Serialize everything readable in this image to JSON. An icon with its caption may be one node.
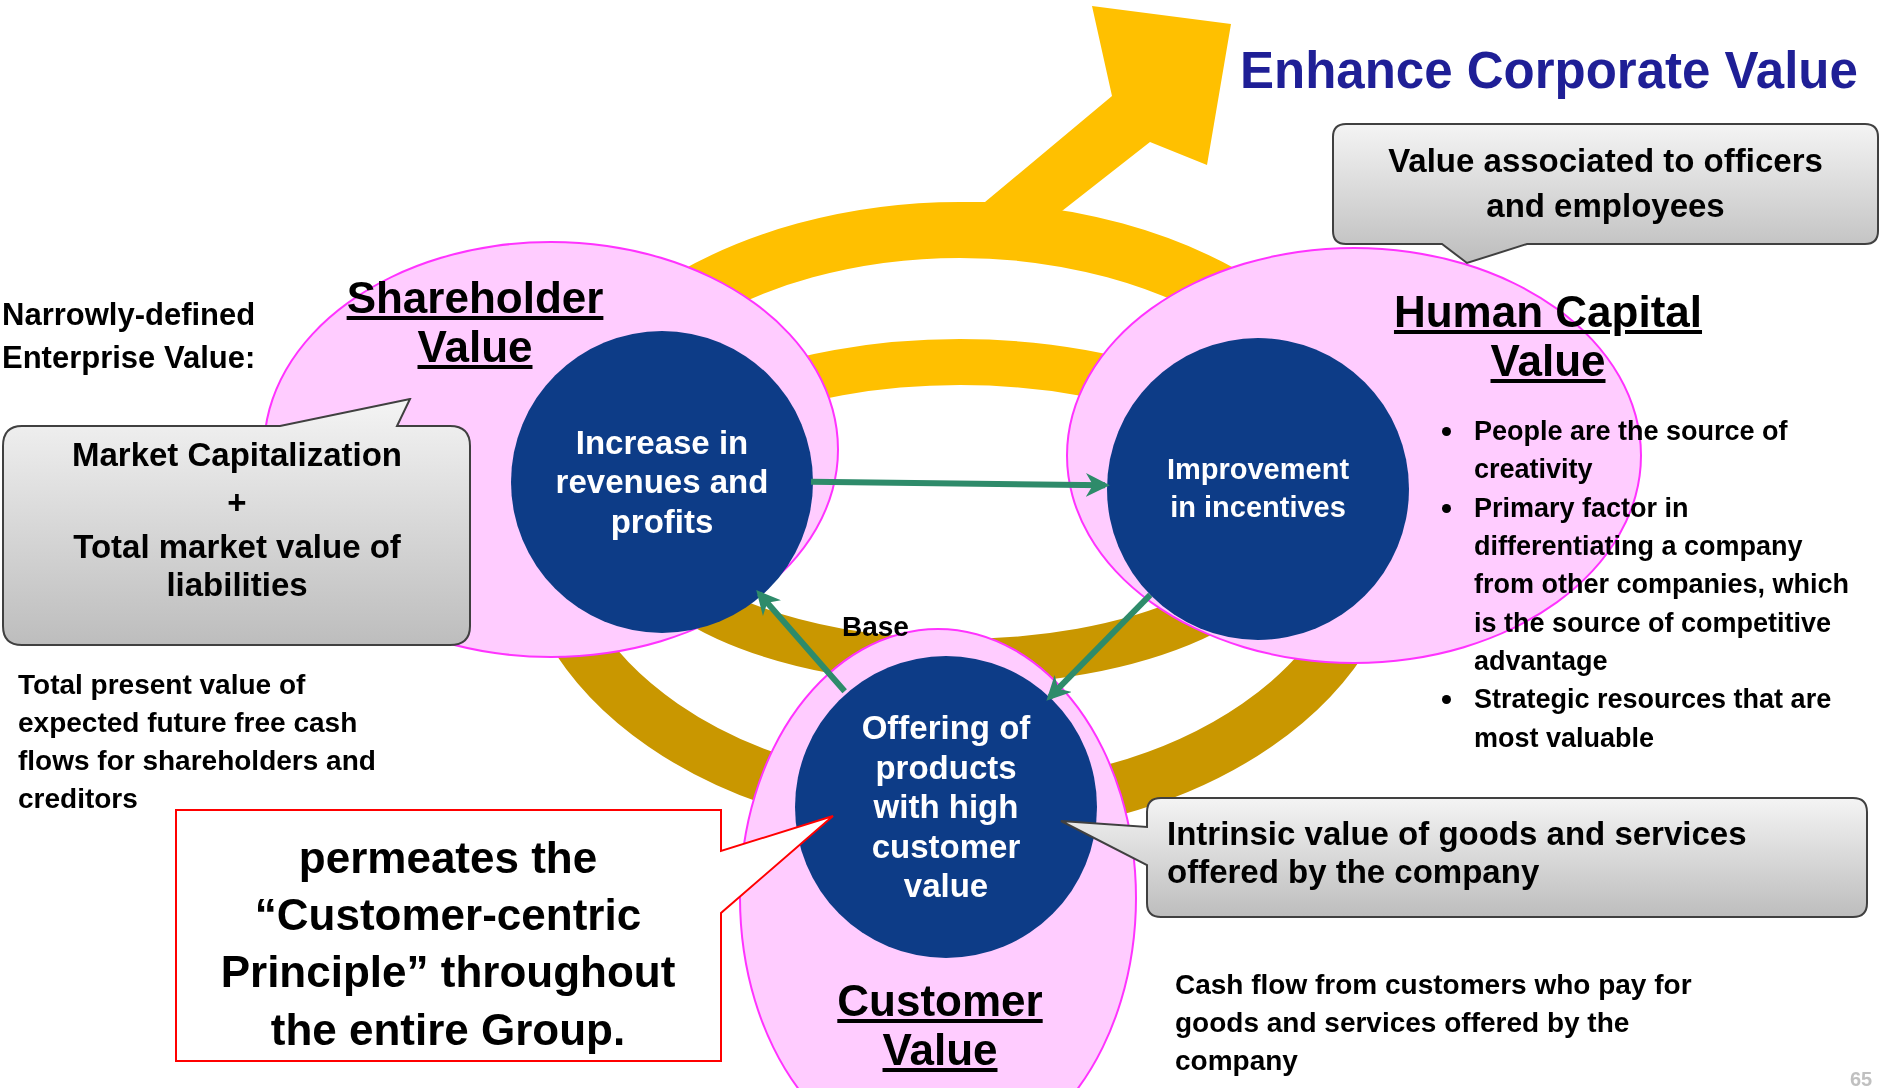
{
  "diagram": {
    "title": "Enhance Corporate Value",
    "nodes": [
      {
        "text": [
          "Shareholder Value"
        ]
      },
      {
        "text": [
          "Increase in revenues and profits"
        ],
        "in": 0
      },
      {
        "text": [
          "Human Capital Value"
        ],
        "beside": [
          "People are the source of creativity",
          "Primary factor in differentiating a company from other companies, which is the source of competitive advantage",
          "Strategic resources that are most valuable"
        ]
      },
      {
        "text": [
          "Improvement in incentives"
        ],
        "in": 2
      },
      {
        "text": [
          "Customer Value"
        ]
      },
      {
        "text": [
          "Offering of products with high customer value"
        ],
        "in": 4
      },
      {
        "text": [
          "Value associated to officers and employees"
        ]
      },
      {
        "text": [
          "Market Capitalization",
          "+",
          "Total market value of liabilities"
        ]
      },
      {
        "text": [
          "Intrinsic value of goods and services offered by the company"
        ]
      },
      {
        "text": [
          "permeates the “Customer-centric Principle” throughout the entire Group."
        ]
      }
    ],
    "edges": [
      {
        "from": 1,
        "to": 3,
        "arrow": "to"
      },
      {
        "from": 3,
        "to": 5,
        "arrow": "to"
      },
      {
        "from": 5,
        "to": 1,
        "arrow": "to"
      }
    ],
    "labels": [
      "Narrowly-defined Enterprise Value:",
      "Base",
      "Total present value of expected future free cash flows for shareholders and creditors",
      "Cash flow from customers who pay for goods and services offered by the company",
      "65"
    ]
  }
}
